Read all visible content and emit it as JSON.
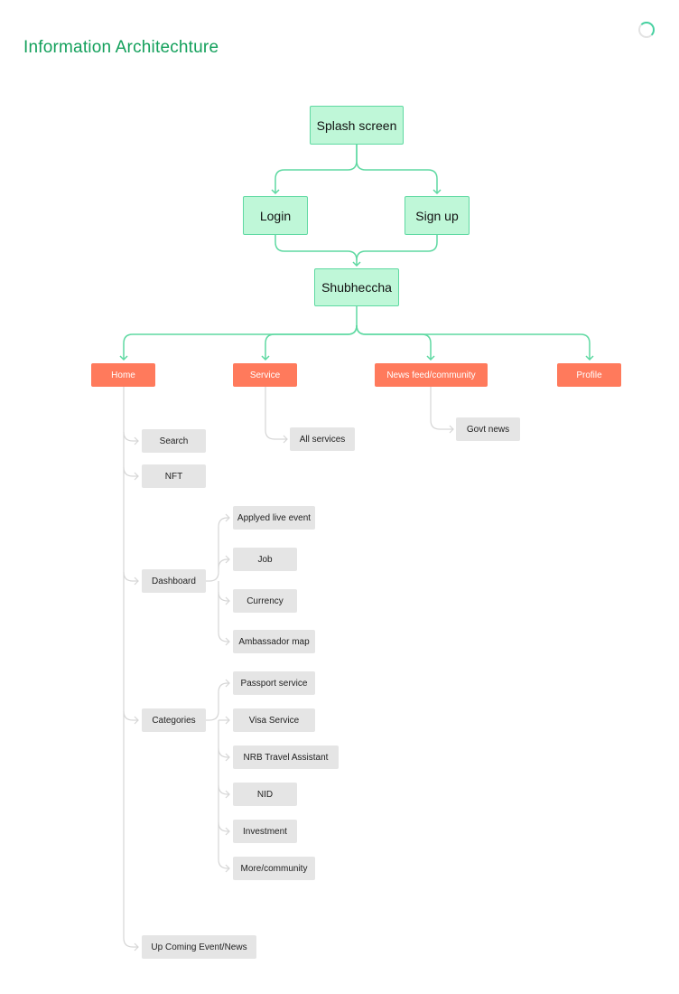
{
  "page": {
    "title": "Information Architechture"
  },
  "nodes": {
    "splash": "Splash screen",
    "login": "Login",
    "signup": "Sign up",
    "app": "Shubheccha",
    "home": "Home",
    "service": "Service",
    "newsfeed": "News feed/community",
    "profile": "Profile",
    "all_services": "All services",
    "govt_news": "Govt news",
    "search": "Search",
    "nft": "NFT",
    "dashboard": "Dashboard",
    "applied_live_event": "Applyed live event",
    "job": "Job",
    "currency": "Currency",
    "ambassador_map": "Ambassador map",
    "categories": "Categories",
    "passport_service": "Passport service",
    "visa_service": "Visa Service",
    "nrb_travel_assistant": "NRB Travel Assistant",
    "nid": "NID",
    "investment": "Investment",
    "more_community": "More/community",
    "upcoming_event_news": "Up Coming Event/News"
  },
  "colors": {
    "title": "#13a05b",
    "main_fill": "#bff7d8",
    "main_border": "#5fd9a2",
    "category_fill": "#ff7a5c",
    "sub_fill": "#e5e5e5",
    "green_connector": "#5fd9a2",
    "grey_connector": "#d6d6d6"
  }
}
